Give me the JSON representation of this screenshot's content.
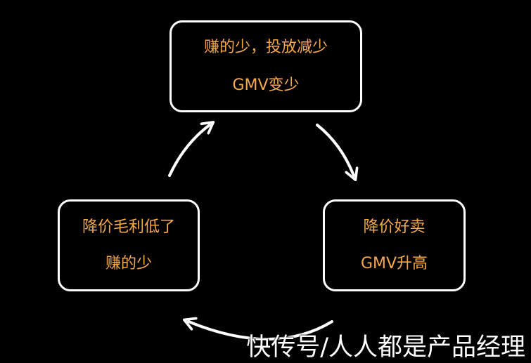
{
  "diagram": {
    "nodes": [
      {
        "id": "top",
        "lines": [
          "赚的少，投放减少",
          "GMV变少"
        ]
      },
      {
        "id": "right",
        "lines": [
          "降价好卖",
          "GMV升高"
        ]
      },
      {
        "id": "left",
        "lines": [
          "降价毛利低了",
          "赚的少"
        ]
      }
    ],
    "edges": [
      {
        "from": "top",
        "to": "right"
      },
      {
        "from": "right",
        "to": "left"
      },
      {
        "from": "left",
        "to": "top"
      }
    ]
  },
  "watermark": "快传号/人人都是产品经理",
  "colors": {
    "background": "#000000",
    "box_border": "#ffffff",
    "text": "#f5a94a",
    "arrow": "#ffffff"
  }
}
